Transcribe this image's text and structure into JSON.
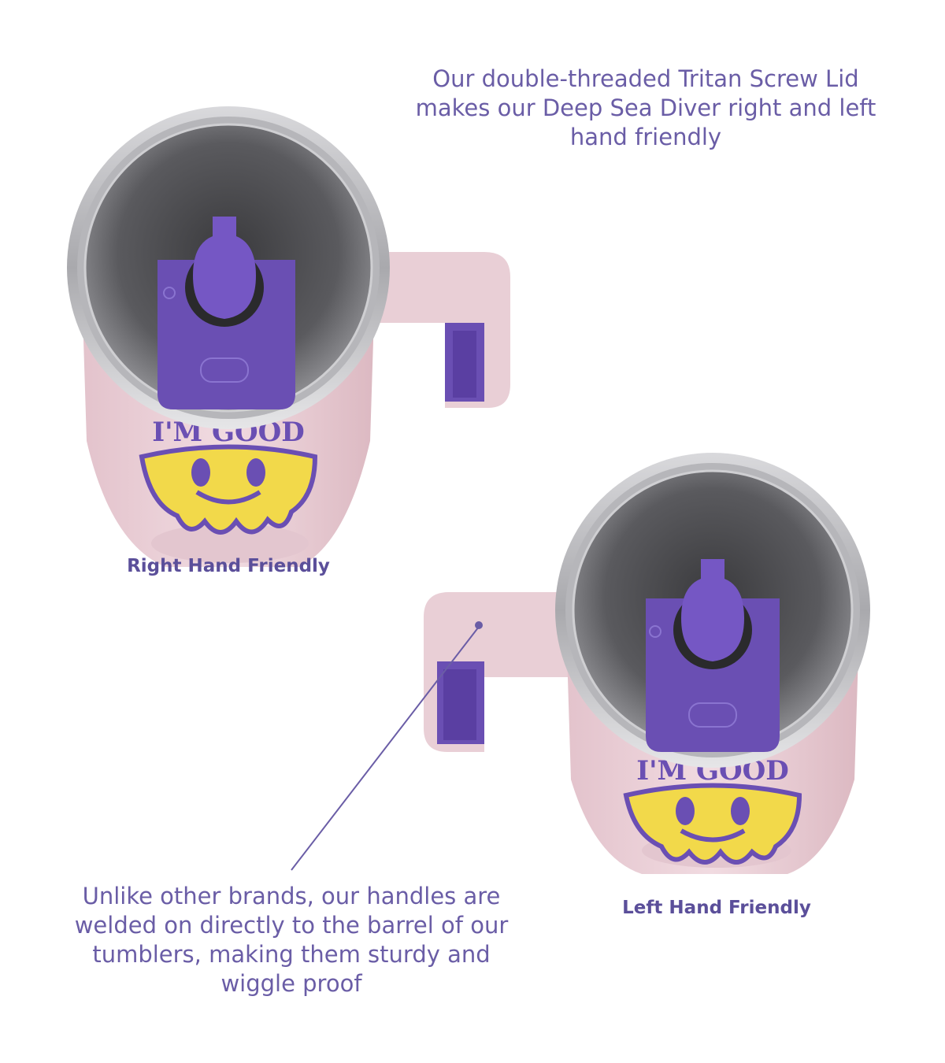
{
  "captions": {
    "lid": "Our double-threaded Tritan Screw Lid makes our Deep Sea Diver right and left hand friendly",
    "handle": "Unlike other brands, our handles are welded on directly to the barrel of our tumblers, making them sturdy and wiggle proof"
  },
  "labels": {
    "right_hand": "Right Hand Friendly",
    "left_hand": "Left Hand Friendly"
  },
  "print": {
    "graphic_text": "I'M GOOD"
  },
  "colors": {
    "text": "#6a5da6",
    "label": "#5b4f9a",
    "tumbler_pink": "#eed5dc",
    "lid_purple": "#6a4fb3",
    "smiley_yellow": "#f2d94a"
  }
}
